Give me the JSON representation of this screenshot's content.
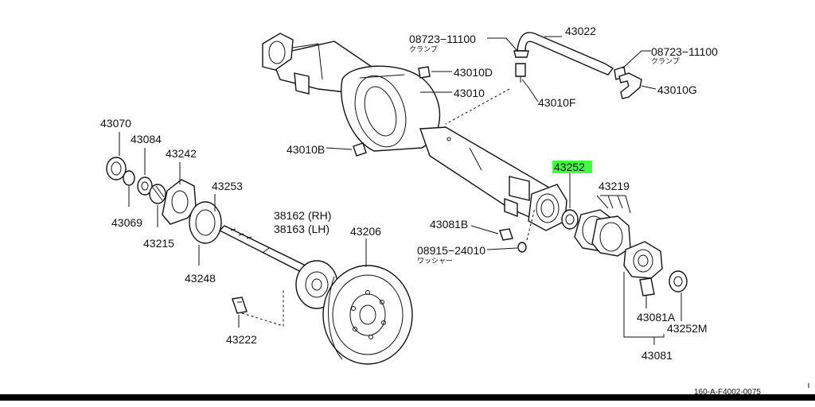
{
  "colors": {
    "highlight": "#40ff40",
    "ink": "#111111"
  },
  "labels": {
    "p08723a": "08723−11100",
    "p08723a_sub": "クランプ",
    "p43022": "43022",
    "p08723b": "08723−11100",
    "p08723b_sub": "クランプ",
    "p43010D": "43010D",
    "p43010": "43010",
    "p43010G": "43010G",
    "p43010F": "43010F",
    "p43070": "43070",
    "p43084": "43084",
    "p43242": "43242",
    "p43010B": "43010B",
    "p43252": "43252",
    "p43219": "43219",
    "p43253": "43253",
    "p38162": "38162 (RH)",
    "p38163": "38163 (LH)",
    "p43206": "43206",
    "p43081B": "43081B",
    "p43069": "43069",
    "p43215": "43215",
    "p08915": "08915−24010",
    "p08915_sub": "ワッシャー",
    "p43248": "43248",
    "p43081A": "43081A",
    "p43252M": "43252M",
    "p43222": "43222",
    "p43081": "43081",
    "footer_code": "160-A-F4002-0075"
  }
}
